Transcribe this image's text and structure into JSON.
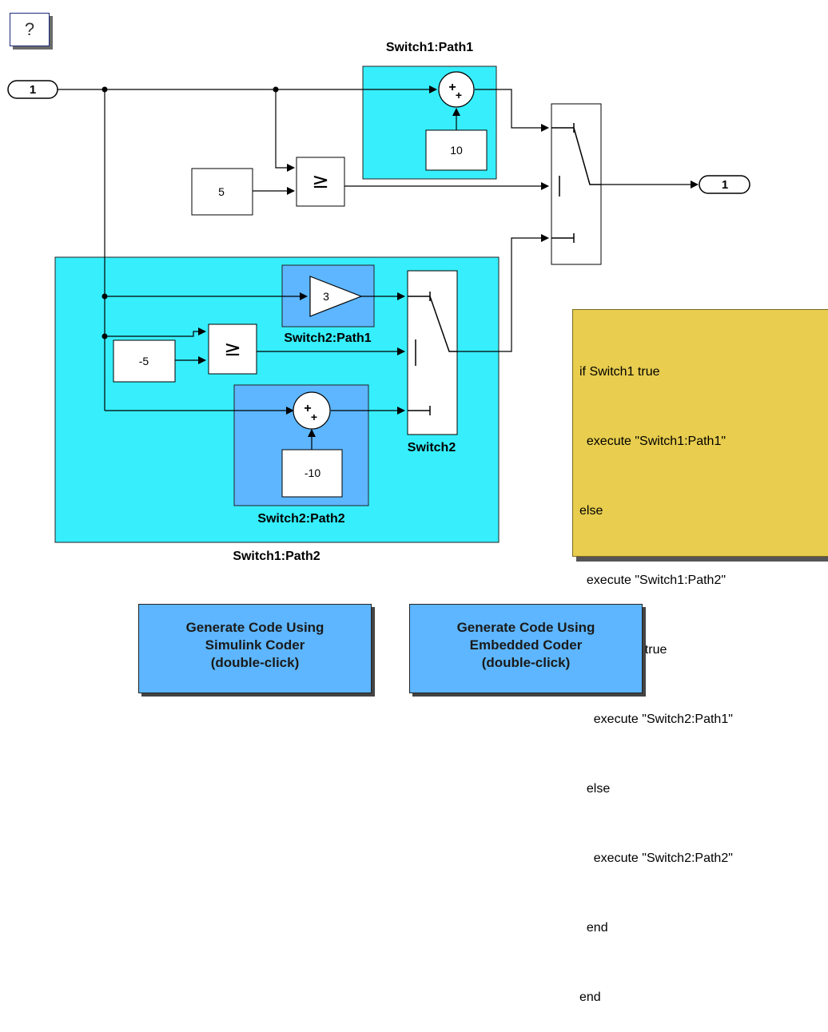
{
  "help_button": {
    "label": "?"
  },
  "inport": {
    "label": "1"
  },
  "outport": {
    "label": "1"
  },
  "constants": {
    "five": "5",
    "minus_five": "-5",
    "ten": "10",
    "minus_ten": "-10"
  },
  "gain": {
    "label": "3"
  },
  "relational_operator": {
    "symbol": "≥"
  },
  "areas": {
    "switch1_path1": "Switch1:Path1",
    "switch1_path2": "Switch1:Path2",
    "switch2_path1": "Switch2:Path1",
    "switch2_path2": "Switch2:Path2"
  },
  "switch2_label": "Switch2",
  "note": {
    "lines": [
      "if Switch1 true",
      "  execute \"Switch1:Path1\"",
      "else",
      "  execute \"Switch1:Path2\"",
      "  if Switch2 true",
      "    execute \"Switch2:Path1\"",
      "  else",
      "    execute \"Switch2:Path2\"",
      "  end",
      "end"
    ]
  },
  "buttons": {
    "simulink": [
      "Generate Code Using",
      "Simulink Coder",
      "(double-click)"
    ],
    "embedded": [
      "Generate Code Using",
      "Embedded Coder",
      "(double-click)"
    ]
  },
  "colors": {
    "area_cyan": "#36eefc",
    "area_blue": "#5db6ff",
    "note_yellow": "#e8cd4e"
  }
}
